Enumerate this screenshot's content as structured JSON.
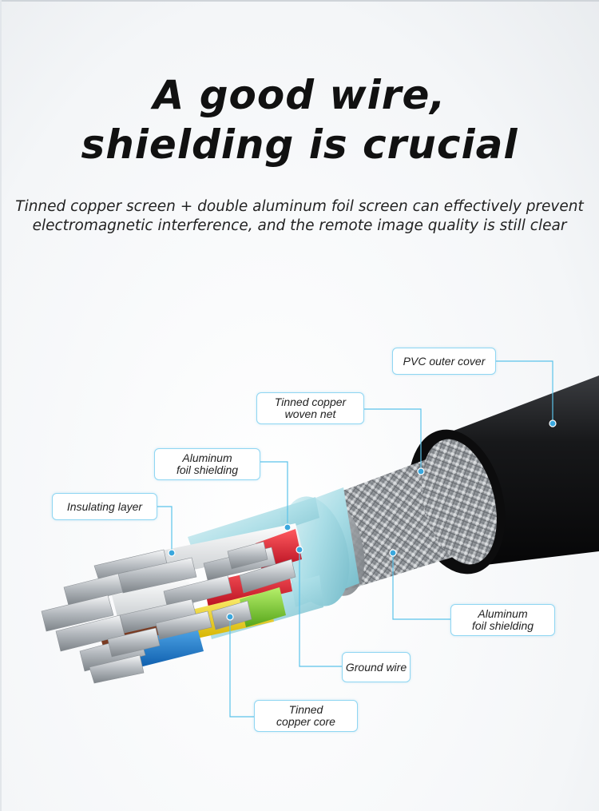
{
  "header": {
    "title_line1": "A good wire,",
    "title_line2": "shielding is crucial",
    "subtitle_line1": "Tinned copper screen + double aluminum foil screen can effectively prevent",
    "subtitle_line2": "electromagnetic interference, and the remote image quality is still clear"
  },
  "labels": {
    "pvc_outer_cover": "PVC outer cover",
    "tinned_copper_woven_net_l1": "Tinned copper",
    "tinned_copper_woven_net_l2": "woven net",
    "aluminum_foil_top_l1": "Aluminum",
    "aluminum_foil_top_l2": "foil shielding",
    "insulating_layer": "Insulating layer",
    "aluminum_foil_right_l1": "Aluminum",
    "aluminum_foil_right_l2": "foil shielding",
    "ground_wire": "Ground wire",
    "tinned_copper_core_l1": "Tinned",
    "tinned_copper_core_l2": "copper core"
  },
  "colors": {
    "callout_line": "#5bc3ea",
    "jacket": "#1b1c1e",
    "braid": "#b9bcbf",
    "foil": "#9fd8e2",
    "wire_red": "#e0142a",
    "wire_yellow": "#f2d410",
    "wire_green": "#7fd12e",
    "wire_blue": "#1e7fd6",
    "wire_white": "#f2f2f2",
    "wire_brown": "#7a3b22",
    "copper": "#c9cdd1"
  }
}
